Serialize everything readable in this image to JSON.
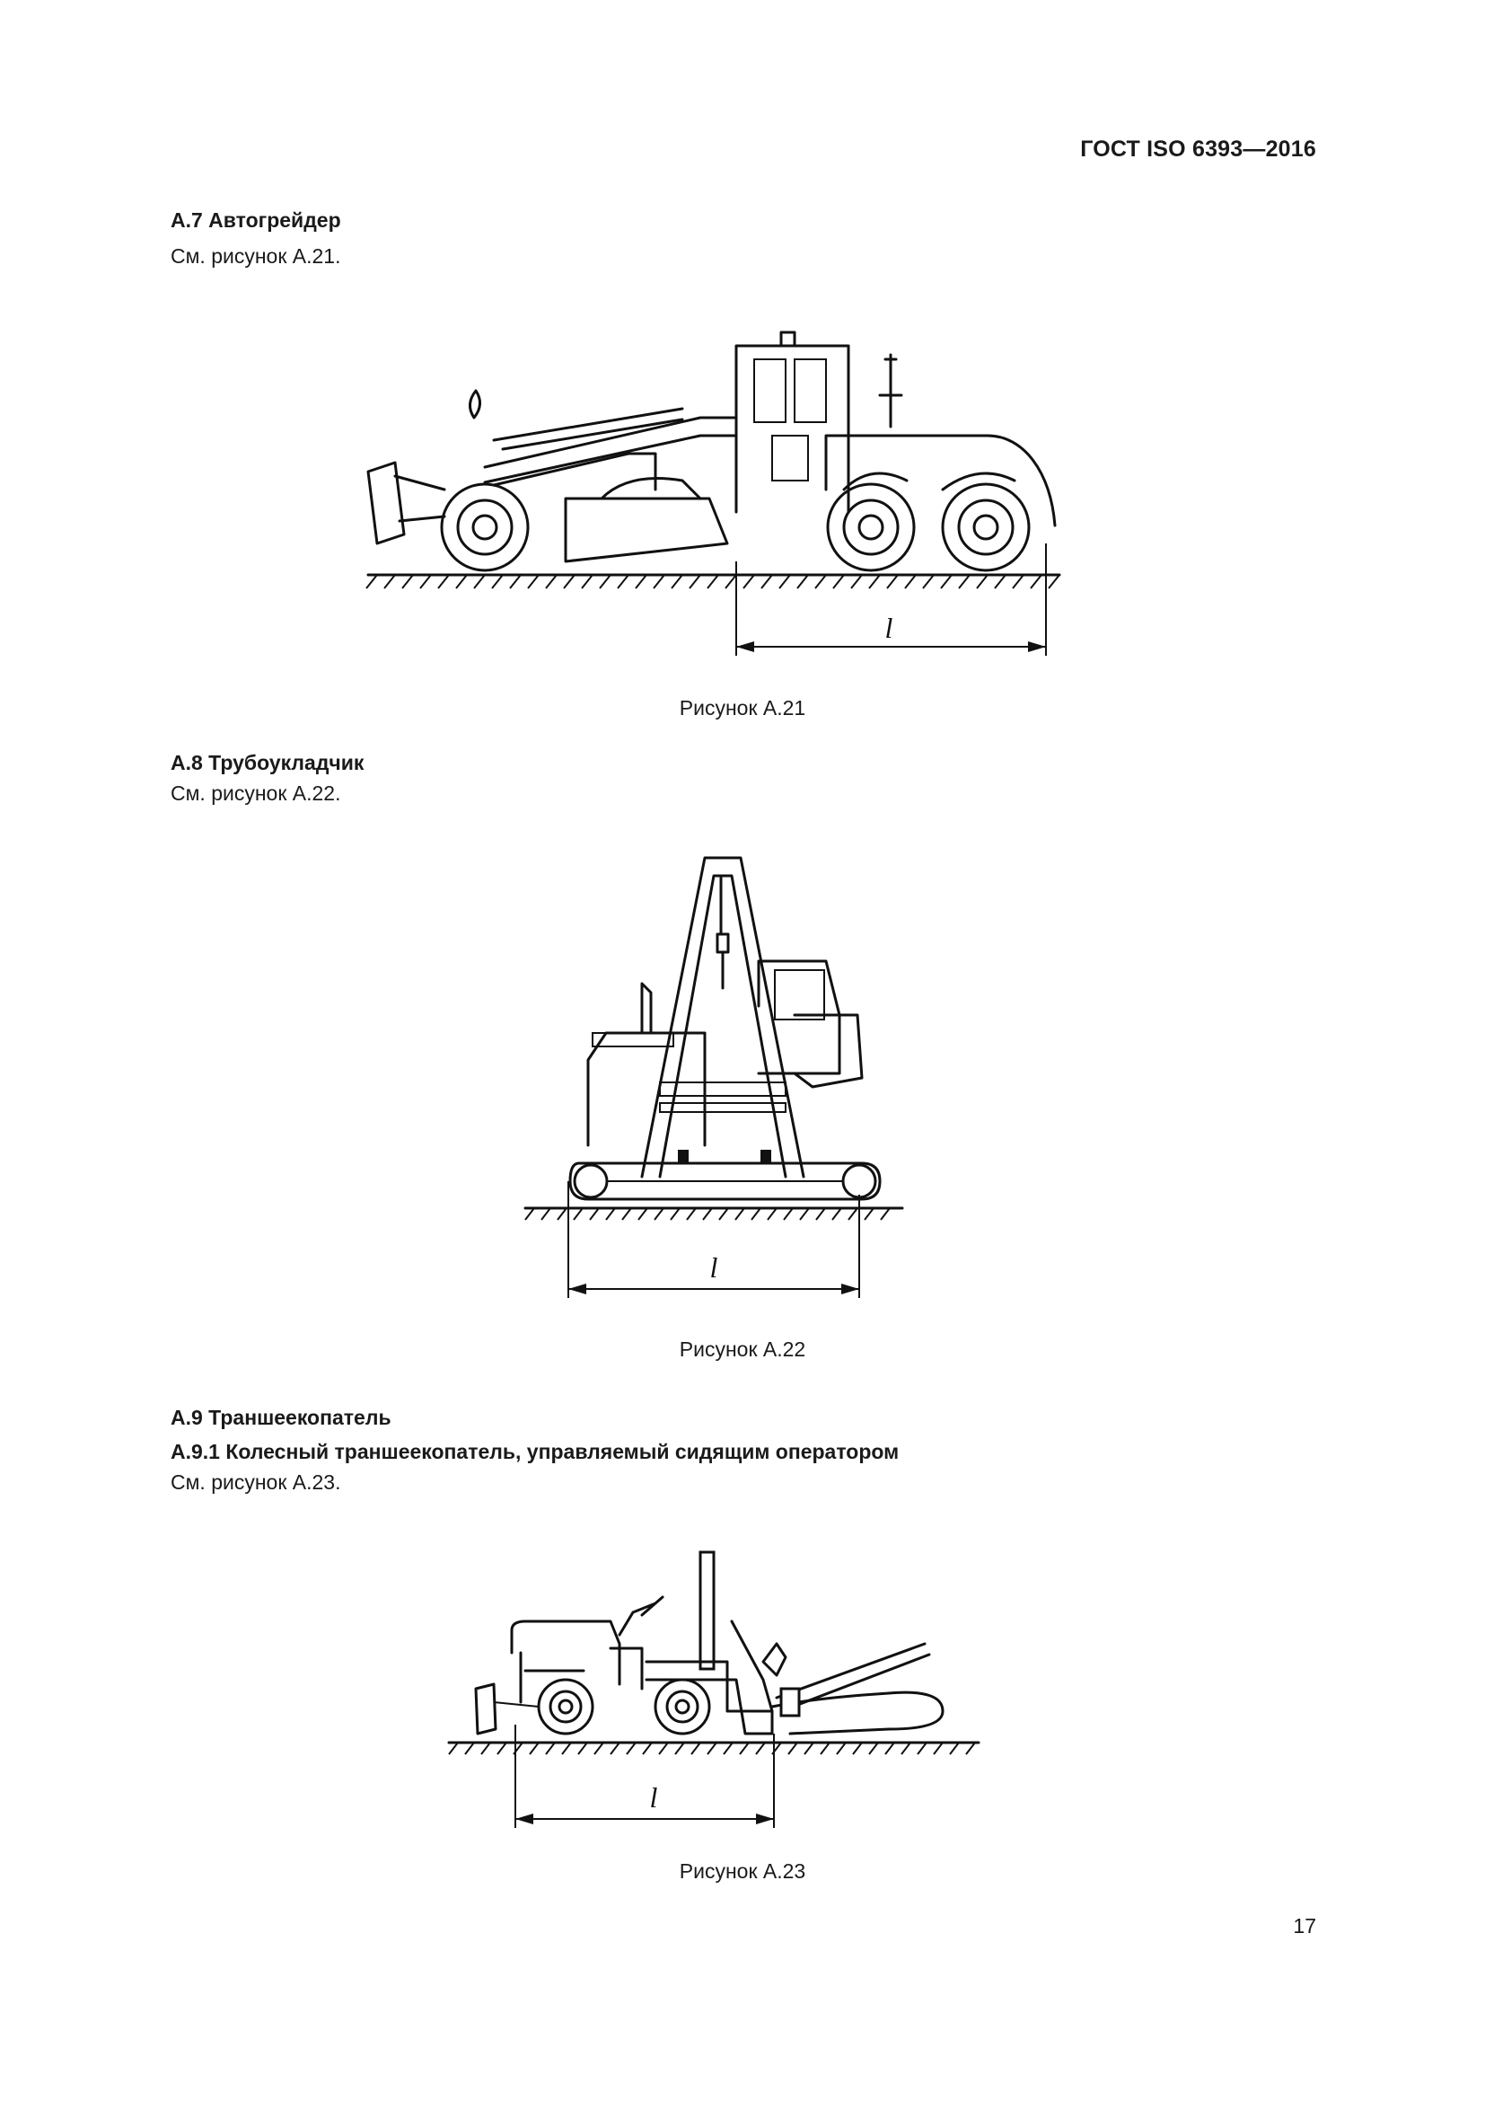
{
  "header": {
    "doc_id": "ГОСТ ISO 6393—2016"
  },
  "sections": [
    {
      "heading": "А.7 Автогрейдер",
      "ref": "См. рисунок А.21.",
      "caption": "Рисунок А.21",
      "dim_label": "l"
    },
    {
      "heading": "А.8 Трубоукладчик",
      "ref": "См. рисунок А.22.",
      "caption": "Рисунок А.22",
      "dim_label": "l"
    },
    {
      "heading": "А.9 Траншеекопатель",
      "subheading": "А.9.1 Колесный траншеекопатель, управляемый сидящим оператором",
      "ref": "См. рисунок А.23.",
      "caption": "Рисунок А.23",
      "dim_label": "l"
    }
  ],
  "footer": {
    "page_number": "17"
  }
}
